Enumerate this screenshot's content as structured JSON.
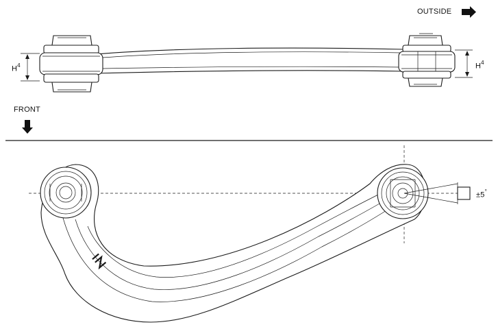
{
  "labels": {
    "outside": "OUTSIDE",
    "front": "FRONT",
    "height_left_base": "H",
    "height_left_sup": "4",
    "height_right_base": "H",
    "height_right_sup": "4",
    "angle": "±5",
    "angle_unit": "°"
  },
  "part_marking": "IN",
  "colors": {
    "line": "#1a1a1a",
    "background": "#ffffff"
  },
  "icons": [
    "arrow-right-icon",
    "arrow-down-icon"
  ]
}
